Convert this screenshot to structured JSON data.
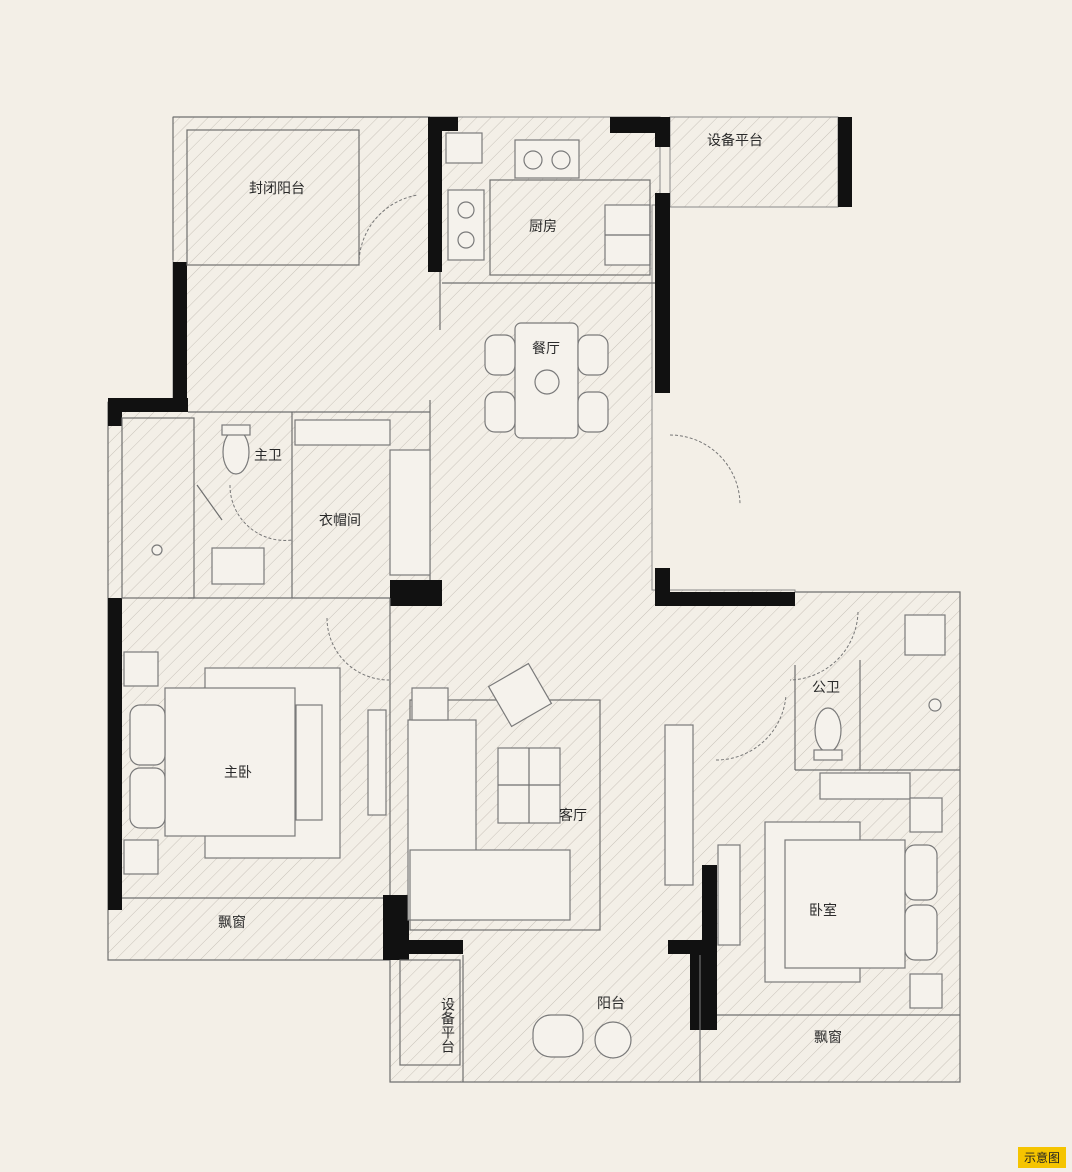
{
  "rooms": {
    "enclosed_balcony": "封闭阳台",
    "kitchen": "厨房",
    "equipment_platform_top": "设备平台",
    "dining": "餐厅",
    "master_bath": "主卫",
    "walk_in_closet": "衣帽间",
    "master_bedroom": "主卧",
    "living_room": "客厅",
    "public_bath": "公卫",
    "bay_window_left": "飘窗",
    "bedroom": "卧室",
    "equipment_platform_bottom": "设备平台",
    "balcony": "阳台",
    "bay_window_right": "飘窗"
  },
  "badge": "示意图",
  "colors": {
    "background": "#f3efe7",
    "wall": "#111111",
    "hatch": "#c9c3ba",
    "badge": "#f5c400"
  }
}
